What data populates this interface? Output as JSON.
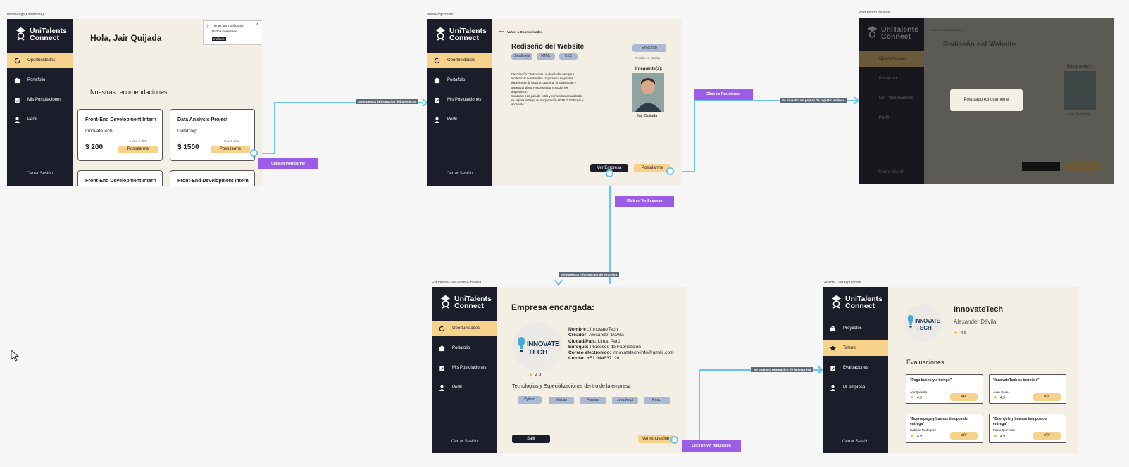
{
  "colors": {
    "sidebar": "#1c1d2a",
    "accent": "#f7d28a",
    "canvas": "#f3efe4",
    "wire": "#6cc4ee",
    "purple": "#9b5de5",
    "chip": "#a9b9d6"
  },
  "brand": {
    "line1": "UniTalents",
    "line2": "Connect"
  },
  "student_nav": [
    "Oportunidades",
    "Portafolio",
    "Mis Postulaciones",
    "Perfil"
  ],
  "company_nav": [
    "Proyectos",
    "Talento",
    "Evaluaciones",
    "Mi empresa"
  ],
  "logout": "Cerrar Sesión",
  "frames": {
    "home": {
      "label": "HomePage(Estudiante)",
      "greeting": "Hola, Jair Quijada",
      "notification": {
        "title": "Tienes una notificación",
        "body": "Podría interesarte...",
        "action": "Ir ahora"
      },
      "recs_title": "Nuestras recomendaciones",
      "cards": [
        {
          "title": "Front-End Development Intern",
          "company": "InnovateTech",
          "ago": "Hace 2 días",
          "price": "$ 200",
          "cta": "Postularme"
        },
        {
          "title": "Data Analysis Project",
          "company": "DataCorp",
          "ago": "Hace 5 días",
          "price": "$ 1500",
          "cta": "Postularme"
        },
        {
          "title": "Front-End Development Intern"
        },
        {
          "title": "Front-End Development Intern"
        }
      ]
    },
    "project": {
      "label": "View Project Info",
      "back": "Volver a Oportunidades",
      "title": "Rediseño del Website",
      "status": "En curso",
      "deadline": "Finaliza en 15 días",
      "tags": [
        "JavaScript",
        "HTML",
        "CSS"
      ],
      "members_title": "Integrante(s):",
      "member": "Jair Quijada",
      "desc": [
        "Descripción: \"Buscamos un diseñador web para",
        "modernizar nuestro sitio corporativo, mejorar la",
        "experiencia de usuario, optimizar la navegación y",
        "garantizar plena responsividad en todos los",
        "dispositivos.",
        "Contarme con guía de estilo y contenidos actualizados",
        "se espera entrega de maquetación HTML/CSS limpia y",
        "accesible.\""
      ],
      "btn_company": "Ver Empresa",
      "btn_apply": "Postularme"
    },
    "applied": {
      "label": "Postulacion iniciada",
      "popup": "Postulado exitosamente"
    },
    "company_view": {
      "label": "Estudiante - Ver-Perfil-Empresa",
      "title": "Empresa encargada:",
      "logo_text": [
        "INNOVATE",
        "TECH"
      ],
      "rows": [
        {
          "k": "Nombre :",
          "v": " InnovateTech"
        },
        {
          "k": "Creador:",
          "v": " Alexander Dávila"
        },
        {
          "k": "Ciudad/País:",
          "v": " Lima, Perú"
        },
        {
          "k": "Enfoque:",
          "v": " Procesos de Fabricación"
        },
        {
          "k": "Correo electronico:",
          "v": " innovatetech-info@gmail.com"
        },
        {
          "k": "Celular:",
          "v": " +51 944637126"
        }
      ],
      "rating": "4.9",
      "tech_title": "Tecnologías y Especializaciones dentro de la empresa",
      "tech": [
        "Python",
        "MatLab",
        "Pandas",
        "JavaScript",
        "React"
      ],
      "exit": "Salir",
      "rep": "Ver reputación"
    },
    "reputation": {
      "label": "Gerente - ver reputación",
      "name": "InnovateTech",
      "owner": "Alexander Dávila",
      "rating": "4.9",
      "evals_title": "Evaluaciones",
      "reviews": [
        {
          "quote": "\"Paga bueno y a tiempo\"",
          "author": "Jair Quijada",
          "rating": "4.9",
          "cta": "Ver"
        },
        {
          "quote": "\"InnovateTech es increíble\"",
          "author": "Juan Coca",
          "rating": "4.9",
          "cta": "Ver"
        },
        {
          "quote": "\"Buena paga y buenos tiempos de",
          "quote2": "entrega\"",
          "author": "Isabelle Rodriguez",
          "rating": "4.9",
          "cta": "Ver"
        },
        {
          "quote": "\"Buen jefe y buenos tiempos de",
          "quote2": "entrega\"",
          "author": "Paolo Quevedo",
          "rating": "4.9",
          "cta": "Ver"
        }
      ]
    }
  },
  "flow": {
    "click_apply_home": "Click en Postularme",
    "shows_project": "Se muestra informacion del proyecto",
    "click_apply_project": "Click en Postularme",
    "shows_popup": "Se muestra un popup de registro exitoso",
    "click_company": "Click en Ver Empresa",
    "shows_company": "Se muestra informacion de empresa",
    "shows_rep": "Se muestra reputacion de la empresa",
    "click_rep": "Click en Ver reputación"
  }
}
